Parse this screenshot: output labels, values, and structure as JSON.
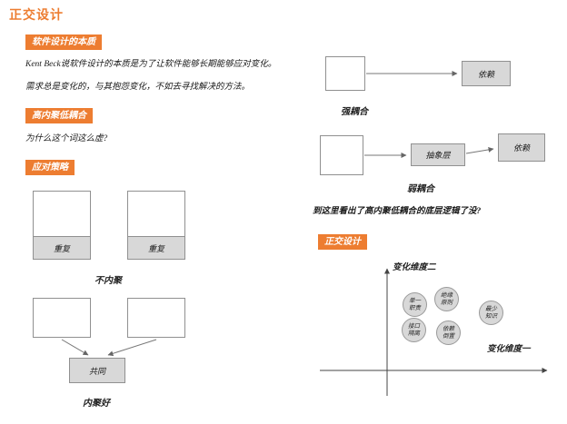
{
  "colors": {
    "accent": "#ED7D31",
    "box_fill": "#d8d8d8",
    "box_border": "#909090"
  },
  "title": "正交设计",
  "sections": {
    "essence": {
      "badge": "软件设计的本质",
      "p1": "Kent Beck说软件设计的本质是为了让软件能够长期能够应对变化。",
      "p2": "需求总是变化的，与其抱怨变化，不如去寻找解决的方法。"
    },
    "cohesion": {
      "badge": "高内聚低耦合",
      "p1": "为什么这个词这么虚?"
    },
    "strategy": {
      "badge": "应对策略"
    }
  },
  "diagrams": {
    "not_cohesive": {
      "box1": "重复",
      "box2": "重复",
      "caption": "不内聚"
    },
    "cohesive": {
      "target": "共同",
      "caption": "内聚好"
    },
    "strong_coupling": {
      "dep": "依赖",
      "caption": "强耦合"
    },
    "weak_coupling": {
      "abstraction": "抽象层",
      "dep": "依赖",
      "caption": "弱耦合"
    }
  },
  "question": "到这里看出了高内聚低耦合的底层逻辑了没?",
  "ortho": {
    "badge": "正交设计",
    "y_axis_label": "变化维度二",
    "x_axis_label": "变化维度一",
    "bubbles": [
      {
        "line1": "单一",
        "line2": "职责"
      },
      {
        "line1": "绝缘",
        "line2": "原则"
      },
      {
        "line1": "最少",
        "line2": "知识"
      },
      {
        "line1": "接口",
        "line2": "隔离"
      },
      {
        "line1": "依赖",
        "line2": "倒置"
      }
    ]
  }
}
